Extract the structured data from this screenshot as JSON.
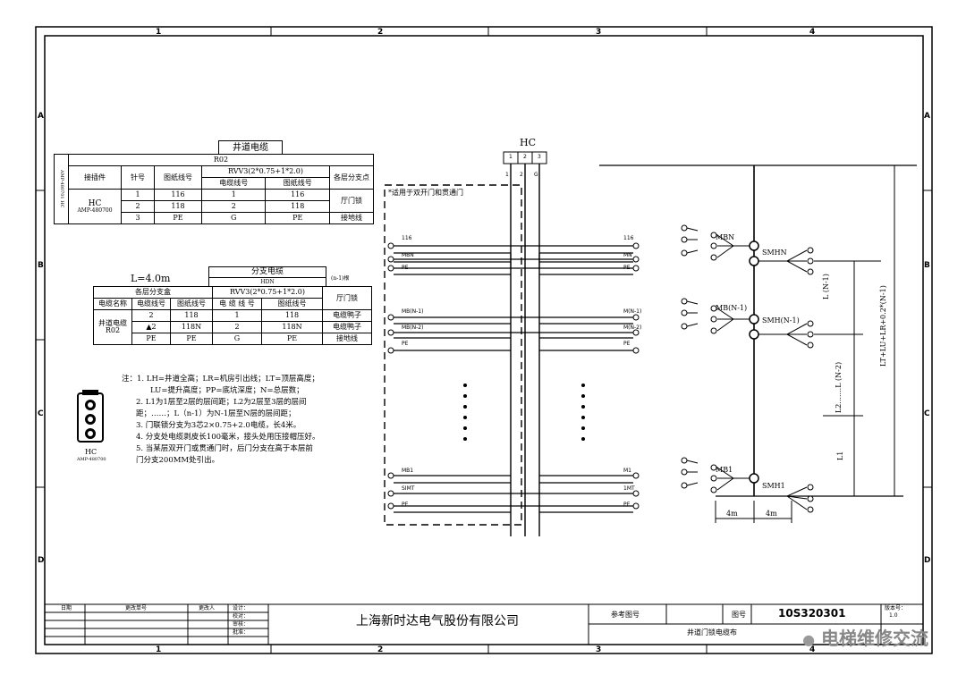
{
  "grid": {
    "cols": [
      "1",
      "2",
      "3",
      "4"
    ],
    "rows": [
      "A",
      "B",
      "C",
      "D"
    ]
  },
  "table1": {
    "title": "井道电缆",
    "code": "R02",
    "cable_spec": "RVV3(2*0.75+1*2.0)",
    "side_codes": [
      "AMP-480701",
      "HC"
    ],
    "h_connector": "接插件",
    "h_pin": "针号",
    "h_drawing_no": "图纸线号",
    "h_cable_no": "电缆线号",
    "h_drawing_no2": "图纸线号",
    "h_branch": "各层分支点",
    "connector_name": "HC",
    "connector_model": "AMP-480700",
    "rows": [
      {
        "pin": "1",
        "dwg": "116",
        "cable": "1",
        "dwg2": "116"
      },
      {
        "pin": "2",
        "dwg": "118",
        "cable": "2",
        "dwg2": "118"
      },
      {
        "pin": "3",
        "dwg": "PE",
        "cable": "G",
        "dwg2": "PE"
      }
    ],
    "branch_door": "厅门锁",
    "branch_ground": "接地线"
  },
  "table2": {
    "length_label": "L=4.0m",
    "title": "分支电缆",
    "code": "HDN",
    "count": "(n-1)根",
    "cable_spec": "RVV3(2*0.75+1*2.0)",
    "h_branch_box": "各层分支盒",
    "h_cable_name": "电缆名称",
    "h_wire_no": "电缆线号",
    "h_dwg_no": "图纸线号",
    "h_cable_no2": "电 缆 线 号",
    "h_dwg_no2": "图纸线号",
    "h_door": "厅门锁",
    "cable_name": "井道电缆",
    "cable_code": "R02",
    "rows": [
      {
        "wire": "2",
        "dwg": "118",
        "cable": "1",
        "dwg2": "118",
        "term": "电缆鸭子"
      },
      {
        "wire": "▲2",
        "dwg": "118N",
        "cable": "2",
        "dwg2": "118N",
        "term": "电缆鸭子"
      },
      {
        "wire": "PE",
        "dwg": "PE",
        "cable": "G",
        "dwg2": "PE",
        "term": "接地线"
      }
    ]
  },
  "notes": [
    "注：1. LH=井道全高；LR=机房引出线；LT=顶层高度；",
    "LU=提升高度；PP=底坑深度；N=总层数；",
    "2. L1为1层至2层的层间距；L2为2层至3层的层间",
    "距；……；L（n-1）为N-1层至N层的层间距；",
    "3. 门联锁分支为3芯2×0.75+2.0电缆，长4米。",
    "4. 分支处电缆剥皮长100毫米，接头处用压接帽压好。",
    "5. 当某层双开门或贯通门时，后门分支在高于本层前",
    "门分支200MM处引出。"
  ],
  "connector_icon": {
    "label": "HC",
    "model": "AMP-480700"
  },
  "schematic": {
    "hc_label": "HC",
    "pins": [
      "1",
      "2",
      "3"
    ],
    "wire_labels": [
      "1",
      "2",
      "G"
    ],
    "dashed_note": "*适用于双开门和贯通门",
    "left_labels": [
      "116",
      "MBN",
      "PE",
      "MB(N-1)",
      "MB(N-2)",
      "PE",
      "MB1",
      "SIMT",
      "PE"
    ],
    "right_labels": [
      "116",
      "MN",
      "PE",
      "M(N-1)",
      "M(N-2)",
      "PE",
      "M1",
      "1MT",
      "PE"
    ]
  },
  "hoistway": {
    "labels_left": [
      "MBN",
      "MB(N-1)",
      "MB1"
    ],
    "labels_right": [
      "SMHN",
      "SMH(N-1)",
      "SMH1"
    ],
    "dim_ln1": "L (N-1)",
    "dim_ln2": "L2.......L (N-2)",
    "dim_l1": "L1",
    "dim_total": "LT+LU+LR+0.2*(N-1)",
    "dim_4m_a": "4m",
    "dim_4m_b": "4m"
  },
  "title_block": {
    "h_date": "日期",
    "h_change_no": "更改单号",
    "h_changer": "更改人",
    "h_design": "设计：",
    "h_check": "校对：",
    "h_review": "审核：",
    "h_approve": "批准：",
    "company": "上海新时达电气股份有限公司",
    "ref_drawing": "参考图号",
    "drawing_no_label": "图号",
    "drawing_no": "10S320301",
    "version_label": "版本号：",
    "version": "1.0",
    "drawing_name": "井道门锁电缆布"
  },
  "watermark": "电梯维修交流"
}
